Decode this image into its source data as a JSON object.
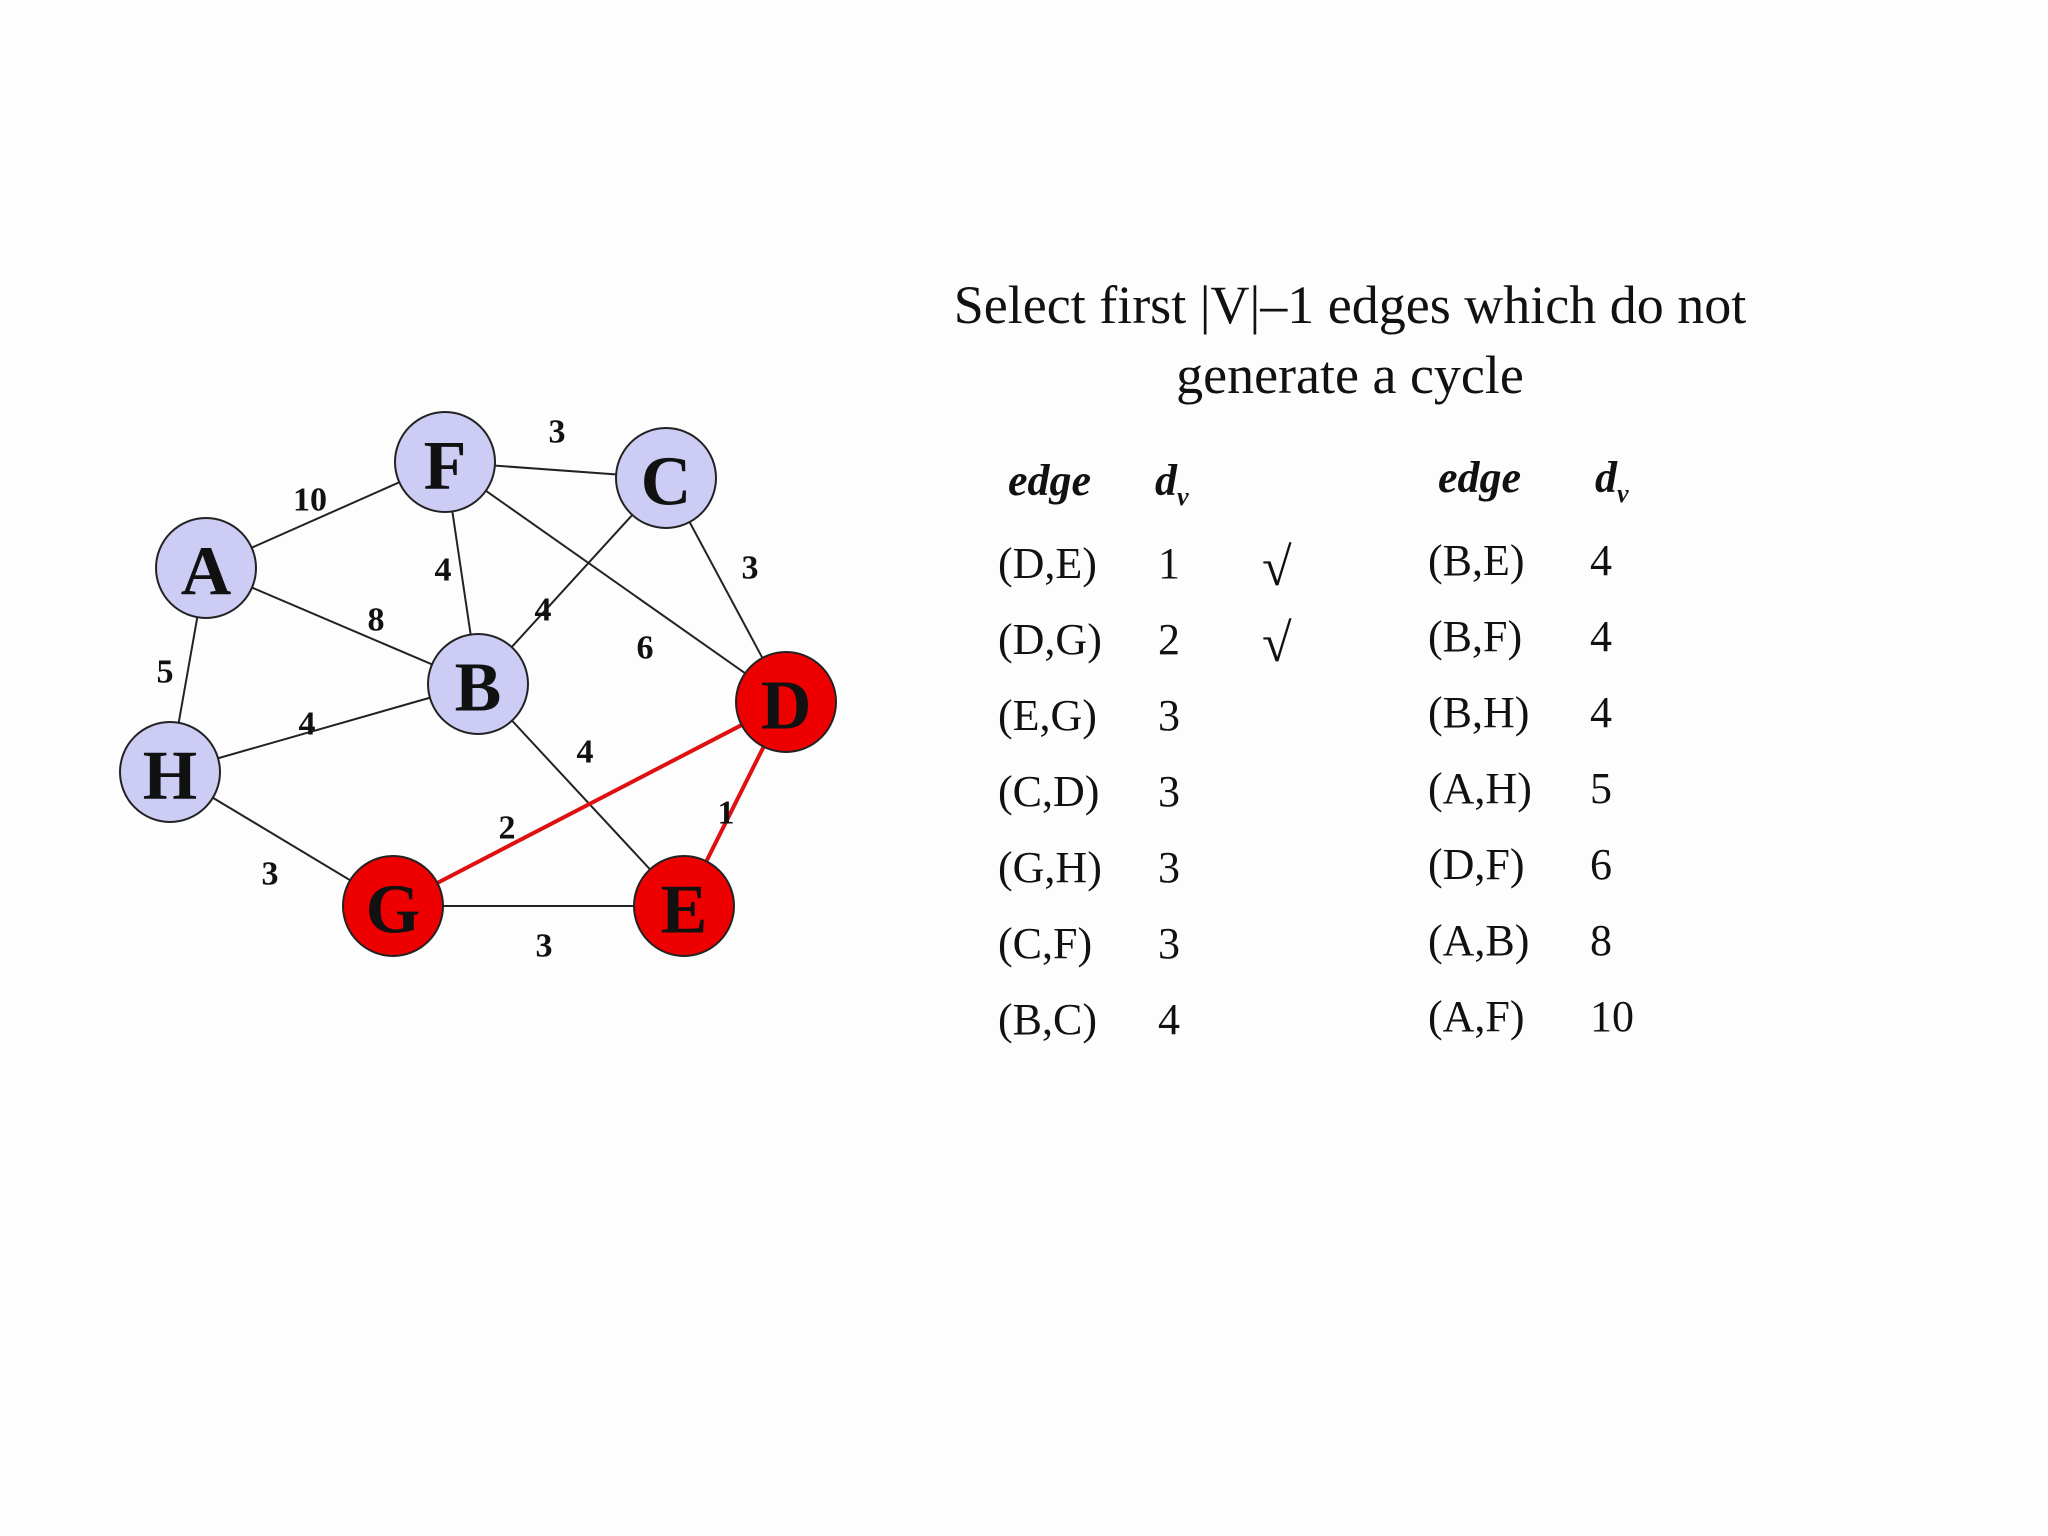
{
  "title_lines": [
    "Select first |V|–1 edges which do not",
    "generate a cycle"
  ],
  "table": {
    "edge_header": "edge",
    "dv_header_main": "d",
    "dv_header_sub": "v",
    "left_rows": [
      {
        "edge": "(D,E)",
        "dv": "1",
        "check": "√"
      },
      {
        "edge": "(D,G)",
        "dv": "2",
        "check": "√"
      },
      {
        "edge": "(E,G)",
        "dv": "3",
        "check": ""
      },
      {
        "edge": "(C,D)",
        "dv": "3",
        "check": ""
      },
      {
        "edge": "(G,H)",
        "dv": "3",
        "check": ""
      },
      {
        "edge": "(C,F)",
        "dv": "3",
        "check": ""
      },
      {
        "edge": "(B,C)",
        "dv": "4",
        "check": ""
      }
    ],
    "right_rows": [
      {
        "edge": "(B,E)",
        "dv": "4"
      },
      {
        "edge": "(B,F)",
        "dv": "4"
      },
      {
        "edge": "(B,H)",
        "dv": "4"
      },
      {
        "edge": "(A,H)",
        "dv": "5"
      },
      {
        "edge": "(D,F)",
        "dv": "6"
      },
      {
        "edge": "(A,B)",
        "dv": "8"
      },
      {
        "edge": "(A,F)",
        "dv": "10"
      }
    ]
  },
  "graph": {
    "colors": {
      "unselected_node": "#ccccf5",
      "selected_node": "#ee0000",
      "selected_edge": "#dd1111",
      "edge": "#222222"
    },
    "nodes": [
      {
        "id": "A",
        "selected": false
      },
      {
        "id": "F",
        "selected": false
      },
      {
        "id": "C",
        "selected": false
      },
      {
        "id": "B",
        "selected": false
      },
      {
        "id": "H",
        "selected": false
      },
      {
        "id": "D",
        "selected": true
      },
      {
        "id": "G",
        "selected": true
      },
      {
        "id": "E",
        "selected": true
      }
    ],
    "edges": [
      {
        "from": "A",
        "to": "F",
        "weight": "10",
        "selected": false
      },
      {
        "from": "F",
        "to": "C",
        "weight": "3",
        "selected": false
      },
      {
        "from": "A",
        "to": "B",
        "weight": "8",
        "selected": false
      },
      {
        "from": "A",
        "to": "H",
        "weight": "5",
        "selected": false
      },
      {
        "from": "F",
        "to": "B",
        "weight": "4",
        "selected": false
      },
      {
        "from": "C",
        "to": "B",
        "weight": "4",
        "selected": false
      },
      {
        "from": "F",
        "to": "D",
        "weight": "6",
        "selected": false
      },
      {
        "from": "C",
        "to": "D",
        "weight": "3",
        "selected": false
      },
      {
        "from": "H",
        "to": "B",
        "weight": "4",
        "selected": false
      },
      {
        "from": "B",
        "to": "E",
        "weight": "4",
        "selected": false
      },
      {
        "from": "H",
        "to": "G",
        "weight": "3",
        "selected": false
      },
      {
        "from": "G",
        "to": "E",
        "weight": "3",
        "selected": false
      },
      {
        "from": "G",
        "to": "D",
        "weight": "2",
        "selected": true
      },
      {
        "from": "D",
        "to": "E",
        "weight": "1",
        "selected": true
      }
    ]
  }
}
